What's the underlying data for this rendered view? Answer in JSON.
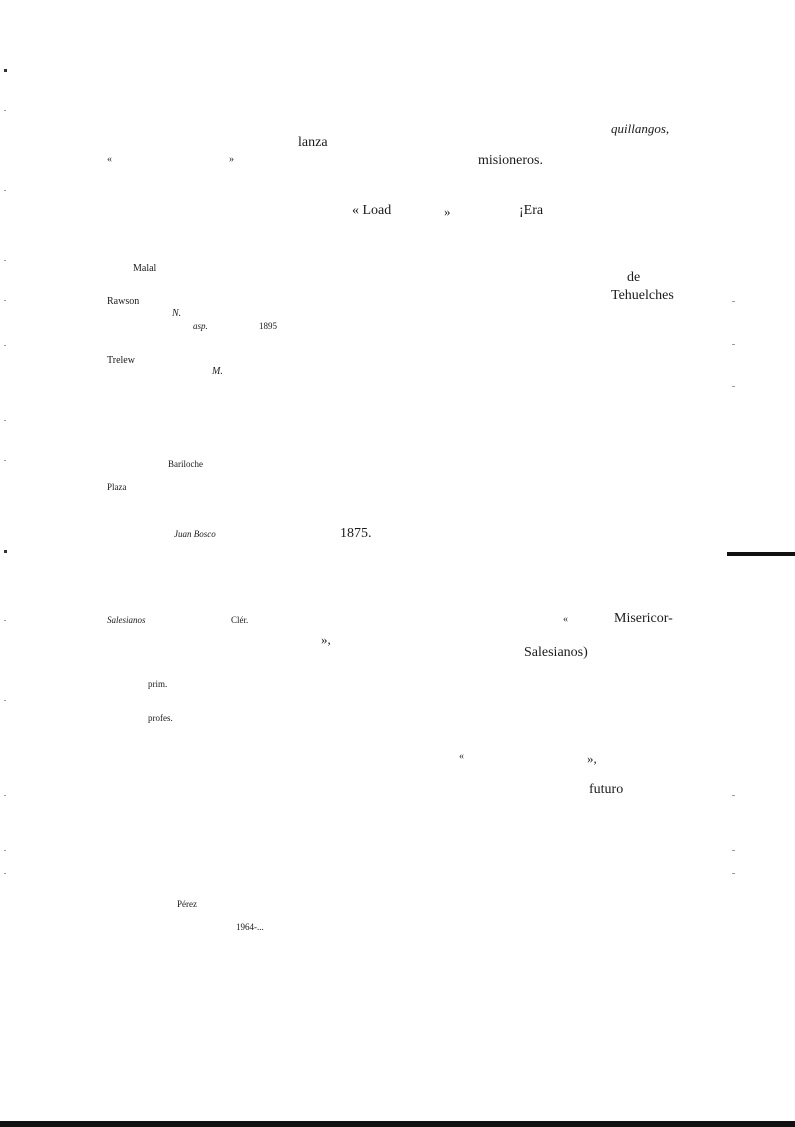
{
  "page": {
    "words": {
      "quillangos": "quillangos,",
      "lanza": "lanza",
      "quote_open_1": "«",
      "quote_close_1": "»",
      "misioneros": "misioneros.",
      "load_open": "« Load",
      "load_close": "»",
      "era": "¡Era",
      "malal": "Malal",
      "de": "de",
      "tehuelches": "Tehuelches",
      "rawson": "Rawson",
      "n_initial": "N.",
      "asp": "asp.",
      "year_1895": "1895",
      "trelew": "Trelew",
      "m_initial": "M.",
      "bariloche": "Bariloche",
      "plaza": "Plaza",
      "juan_bosco": "Juan Bosco",
      "year_1875": "1875.",
      "salesianos_it": "Salesianos",
      "cler": "Clér.",
      "misericor_open": "«",
      "misericor": "Misericor-",
      "close_comma_1": "»,",
      "salesianos_paren": "Salesianos)",
      "prim": "prim.",
      "profes": "profes.",
      "quote_open_2": "«",
      "close_comma_2": "»,",
      "futuro": "futuro",
      "perez": "Pérez",
      "year_1964": "1964-..."
    }
  }
}
